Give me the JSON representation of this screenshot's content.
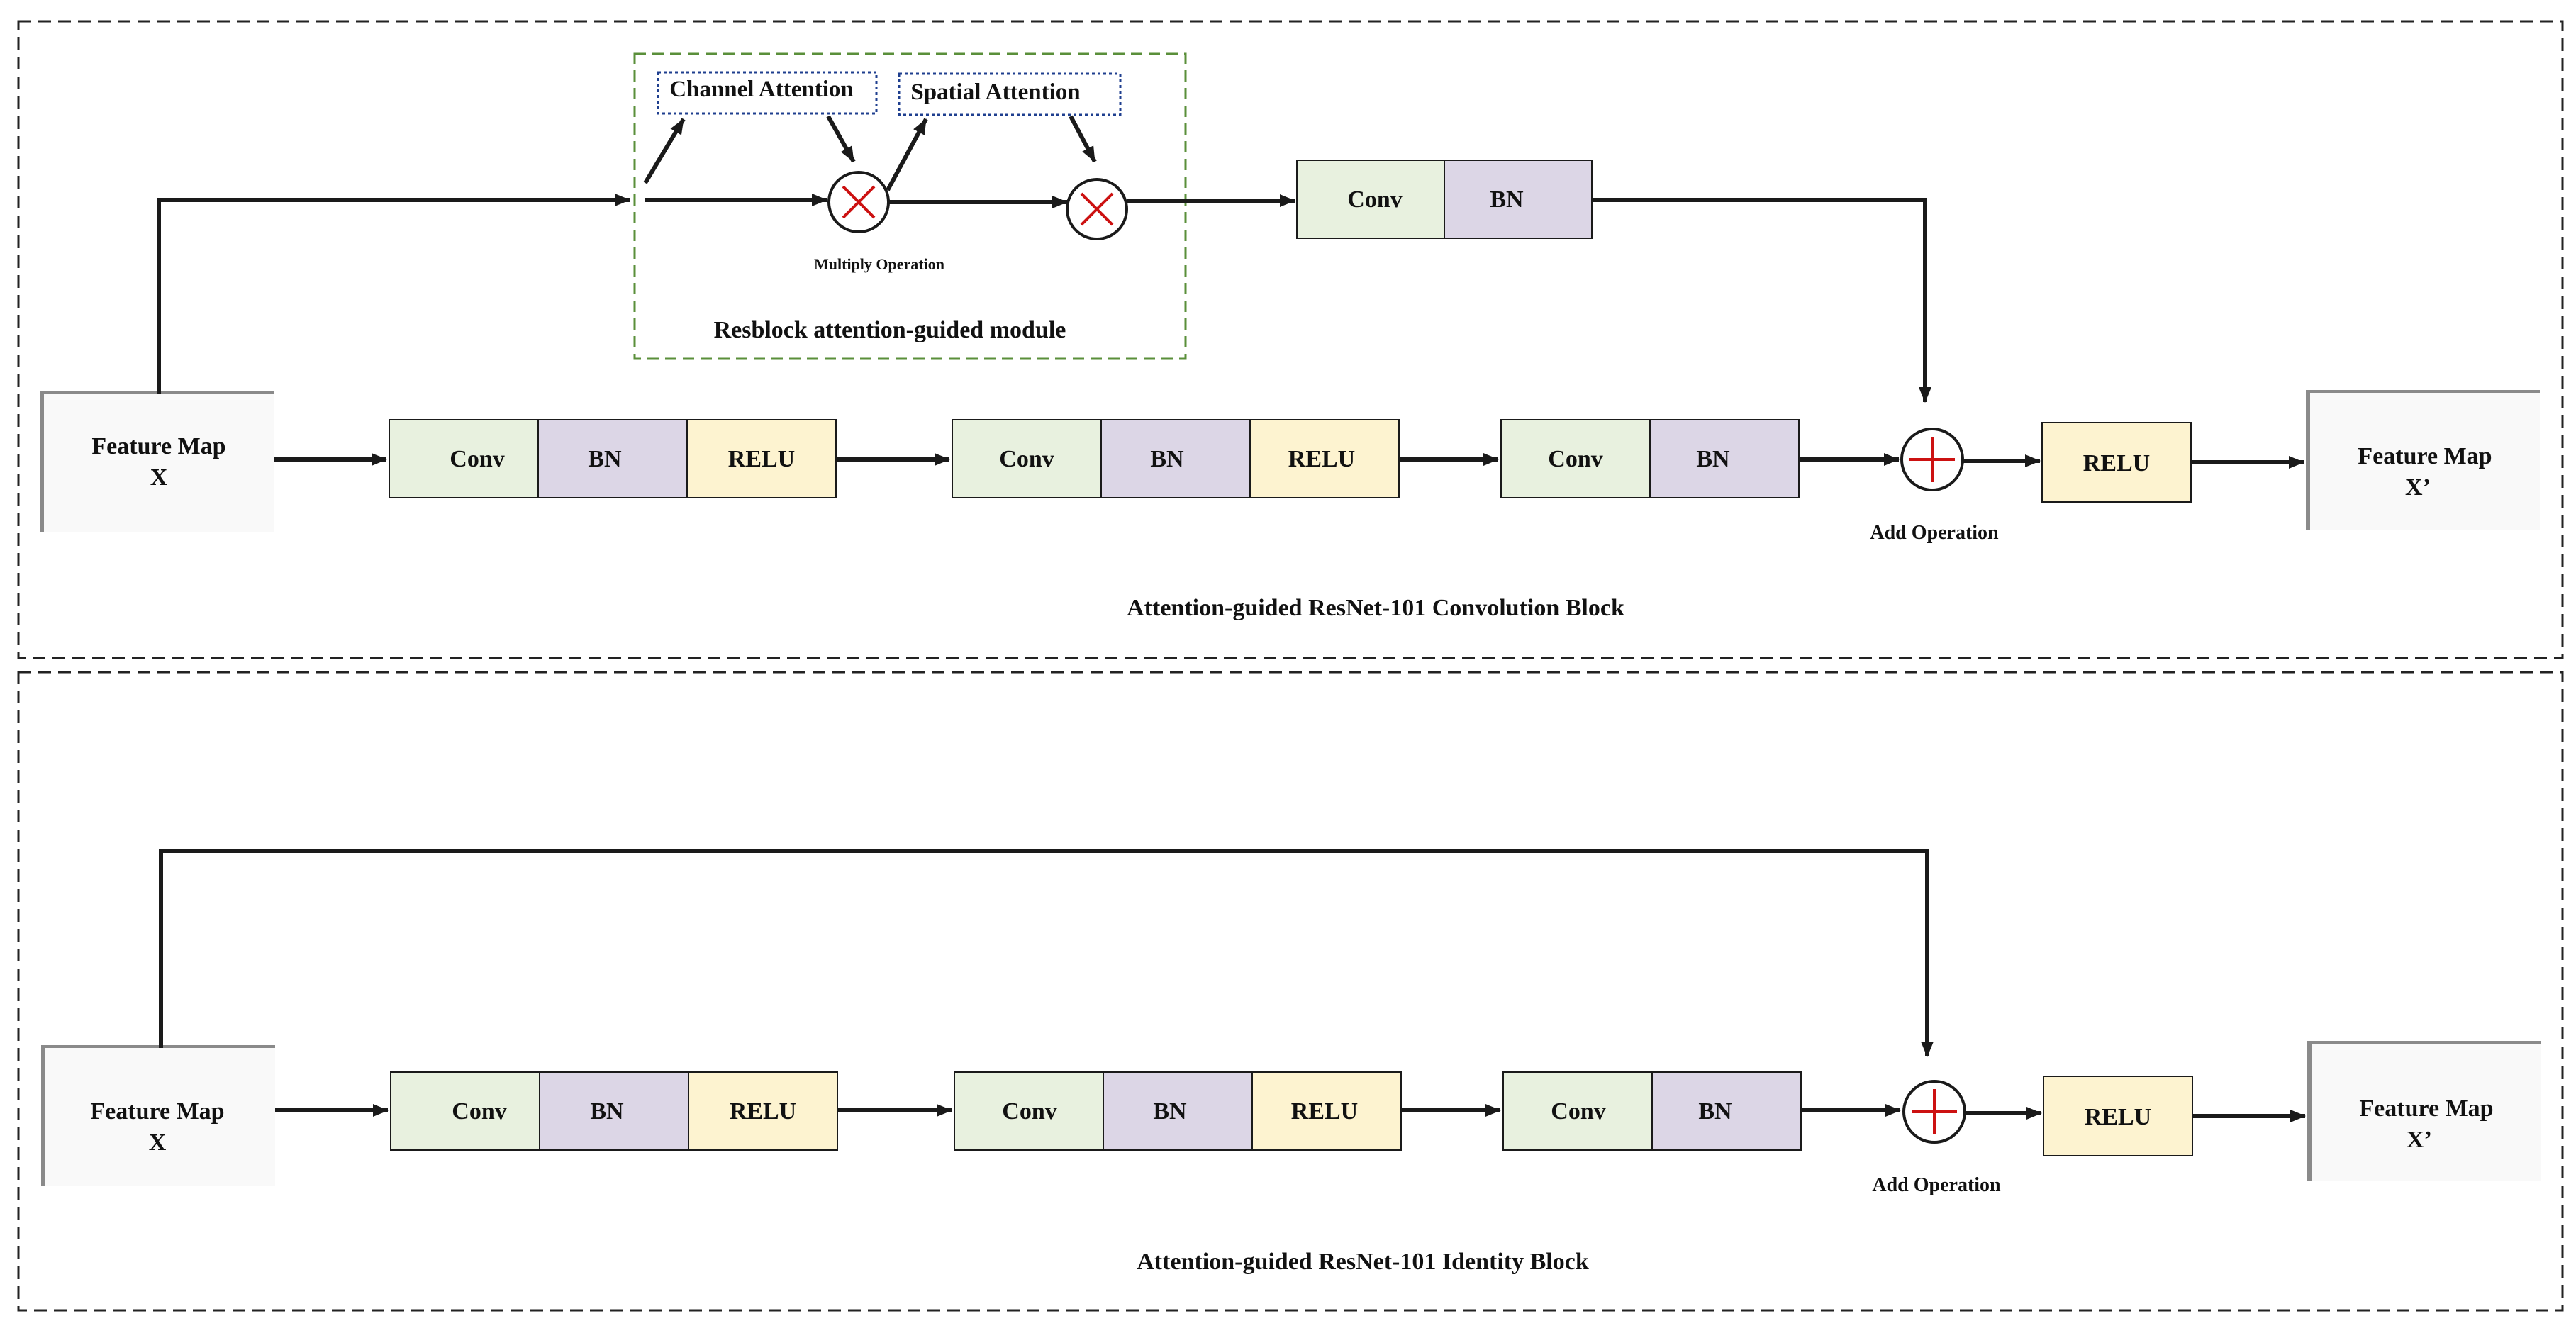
{
  "colors": {
    "conv": "#e8f1df",
    "bn": "#dcd6e6",
    "relu": "#fdf3d0",
    "feature_map": "#f9f9f9",
    "feature_map_shadow": "#8a8a8a",
    "operator": "#cc1111",
    "attention_border": "#5a8f3a",
    "attention_label_border": "#1f3f8f",
    "arrow": "#1a1a1a"
  },
  "convolution_block": {
    "title": "Attention-guided ResNet-101 Convolution Block",
    "input": {
      "line1": "Feature Map",
      "line2": "X"
    },
    "output": {
      "line1": "Feature Map",
      "line2": "X’"
    },
    "stages": [
      {
        "conv": "Conv",
        "bn": "BN",
        "relu": "RELU"
      },
      {
        "conv": "Conv",
        "bn": "BN",
        "relu": "RELU"
      },
      {
        "conv": "Conv",
        "bn": "BN"
      }
    ],
    "shortcut": {
      "conv": "Conv",
      "bn": "BN"
    },
    "add_label": "Add Operation",
    "final_relu": "RELU",
    "attention_module": {
      "title": "Resblock attention-guided module",
      "channel_attention": "Channel Attention",
      "spatial_attention": "Spatial Attention",
      "multiply_label": "Multiply Operation"
    }
  },
  "identity_block": {
    "title": "Attention-guided ResNet-101 Identity Block",
    "input": {
      "line1": "Feature Map",
      "line2": "X"
    },
    "output": {
      "line1": "Feature Map",
      "line2": "X’"
    },
    "stages": [
      {
        "conv": "Conv",
        "bn": "BN",
        "relu": "RELU"
      },
      {
        "conv": "Conv",
        "bn": "BN",
        "relu": "RELU"
      },
      {
        "conv": "Conv",
        "bn": "BN"
      }
    ],
    "add_label": "Add Operation",
    "final_relu": "RELU"
  }
}
